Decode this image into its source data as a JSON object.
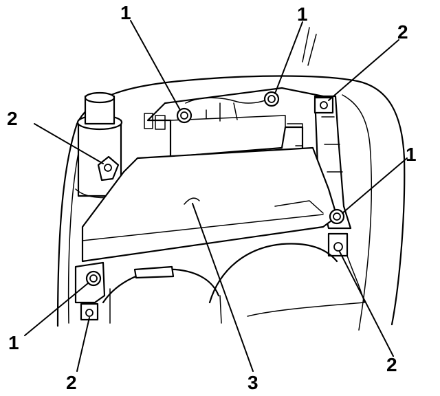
{
  "figure": {
    "callouts": [
      {
        "id": "c1",
        "text": "1"
      },
      {
        "id": "c2",
        "text": "1"
      },
      {
        "id": "c3",
        "text": "2"
      },
      {
        "id": "c4",
        "text": "2"
      },
      {
        "id": "c5",
        "text": "1"
      },
      {
        "id": "c6",
        "text": "1"
      },
      {
        "id": "c7",
        "text": "2"
      },
      {
        "id": "c8",
        "text": "2"
      },
      {
        "id": "c9",
        "text": "3"
      }
    ]
  }
}
